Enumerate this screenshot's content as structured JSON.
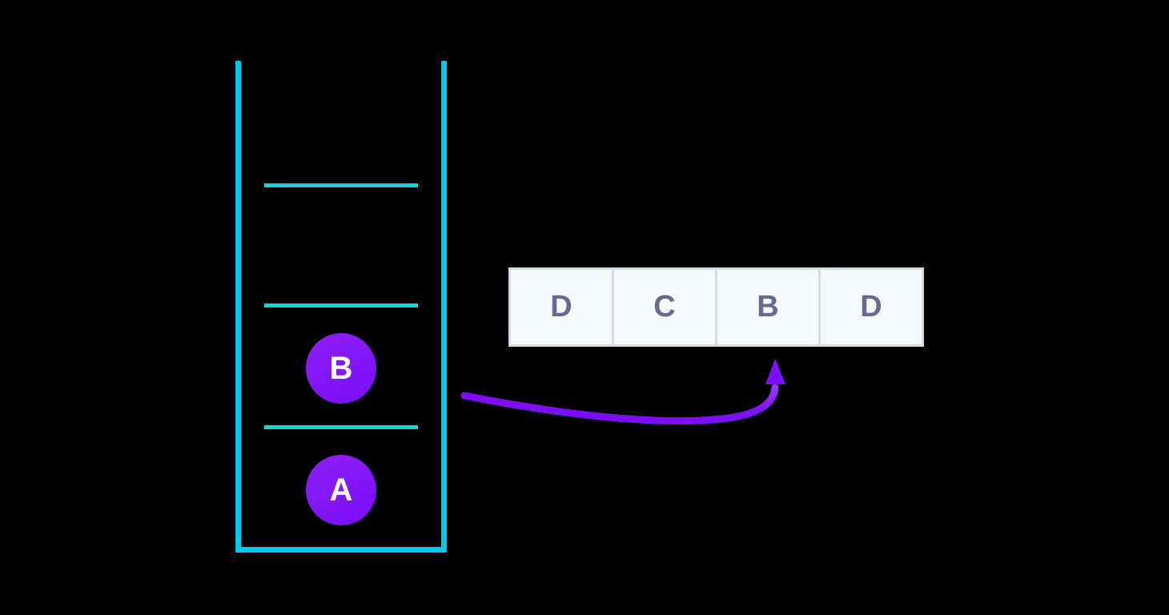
{
  "diagram": {
    "type": "stack-and-array",
    "background_color": "#000000",
    "stack": {
      "label": "stack-container",
      "wall_color": "#00c9ec",
      "divider_color": "#0ed7d7",
      "capacity": 4,
      "slot_dividers": 3,
      "nodes": [
        {
          "label": "B",
          "slot": 2,
          "color": "#8418f7"
        },
        {
          "label": "A",
          "slot": 1,
          "color": "#8418f7"
        }
      ],
      "empty_slots": 2
    },
    "array": {
      "label": "array-table",
      "cell_background": "#f7f9fd",
      "border_color": "#d6dbe7",
      "text_color": "#656b91",
      "cells": [
        {
          "index": 0,
          "value": "D"
        },
        {
          "index": 1,
          "value": "C"
        },
        {
          "index": 2,
          "value": "B"
        },
        {
          "index": 3,
          "value": "D"
        }
      ]
    },
    "arrow": {
      "label": "pointer-arrow",
      "color": "#7a0cf9",
      "points_to_cell_index": 2,
      "direction": "left-to-right-then-up"
    }
  },
  "chart_data": {
    "type": "diagram",
    "title": "",
    "stack_contents_bottom_to_top": [
      "A",
      "B"
    ],
    "stack_capacity": 4,
    "array_values": [
      "D",
      "C",
      "B",
      "D"
    ],
    "highlighted_array_index": 2
  }
}
